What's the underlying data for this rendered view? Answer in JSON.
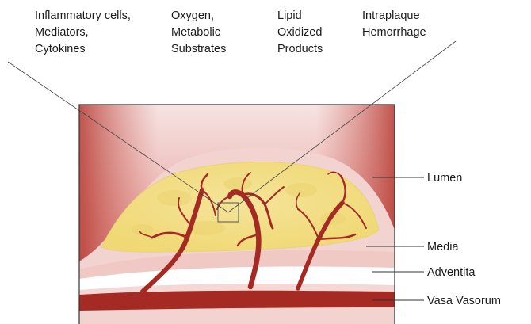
{
  "top_labels": [
    {
      "lines": [
        "Inflammatory cells,",
        "Mediators,",
        "Cytokines"
      ]
    },
    {
      "lines": [
        "Oxygen,",
        "Metabolic",
        "Substrates"
      ]
    },
    {
      "lines": [
        "Lipid",
        "Oxidized",
        "Products"
      ]
    },
    {
      "lines": [
        "Intraplaque",
        "Hemorrhage"
      ]
    }
  ],
  "right_labels": {
    "lumen": "Lumen",
    "media": "Media",
    "adventita": "Adventita",
    "vasa_vasorum": "Vasa Vasorum"
  },
  "colors": {
    "vessel": "#a52a24",
    "plaque_core": "#f3e08c",
    "lumen_tissue": "#e8a7a2",
    "cap": "#f4d6d4"
  }
}
